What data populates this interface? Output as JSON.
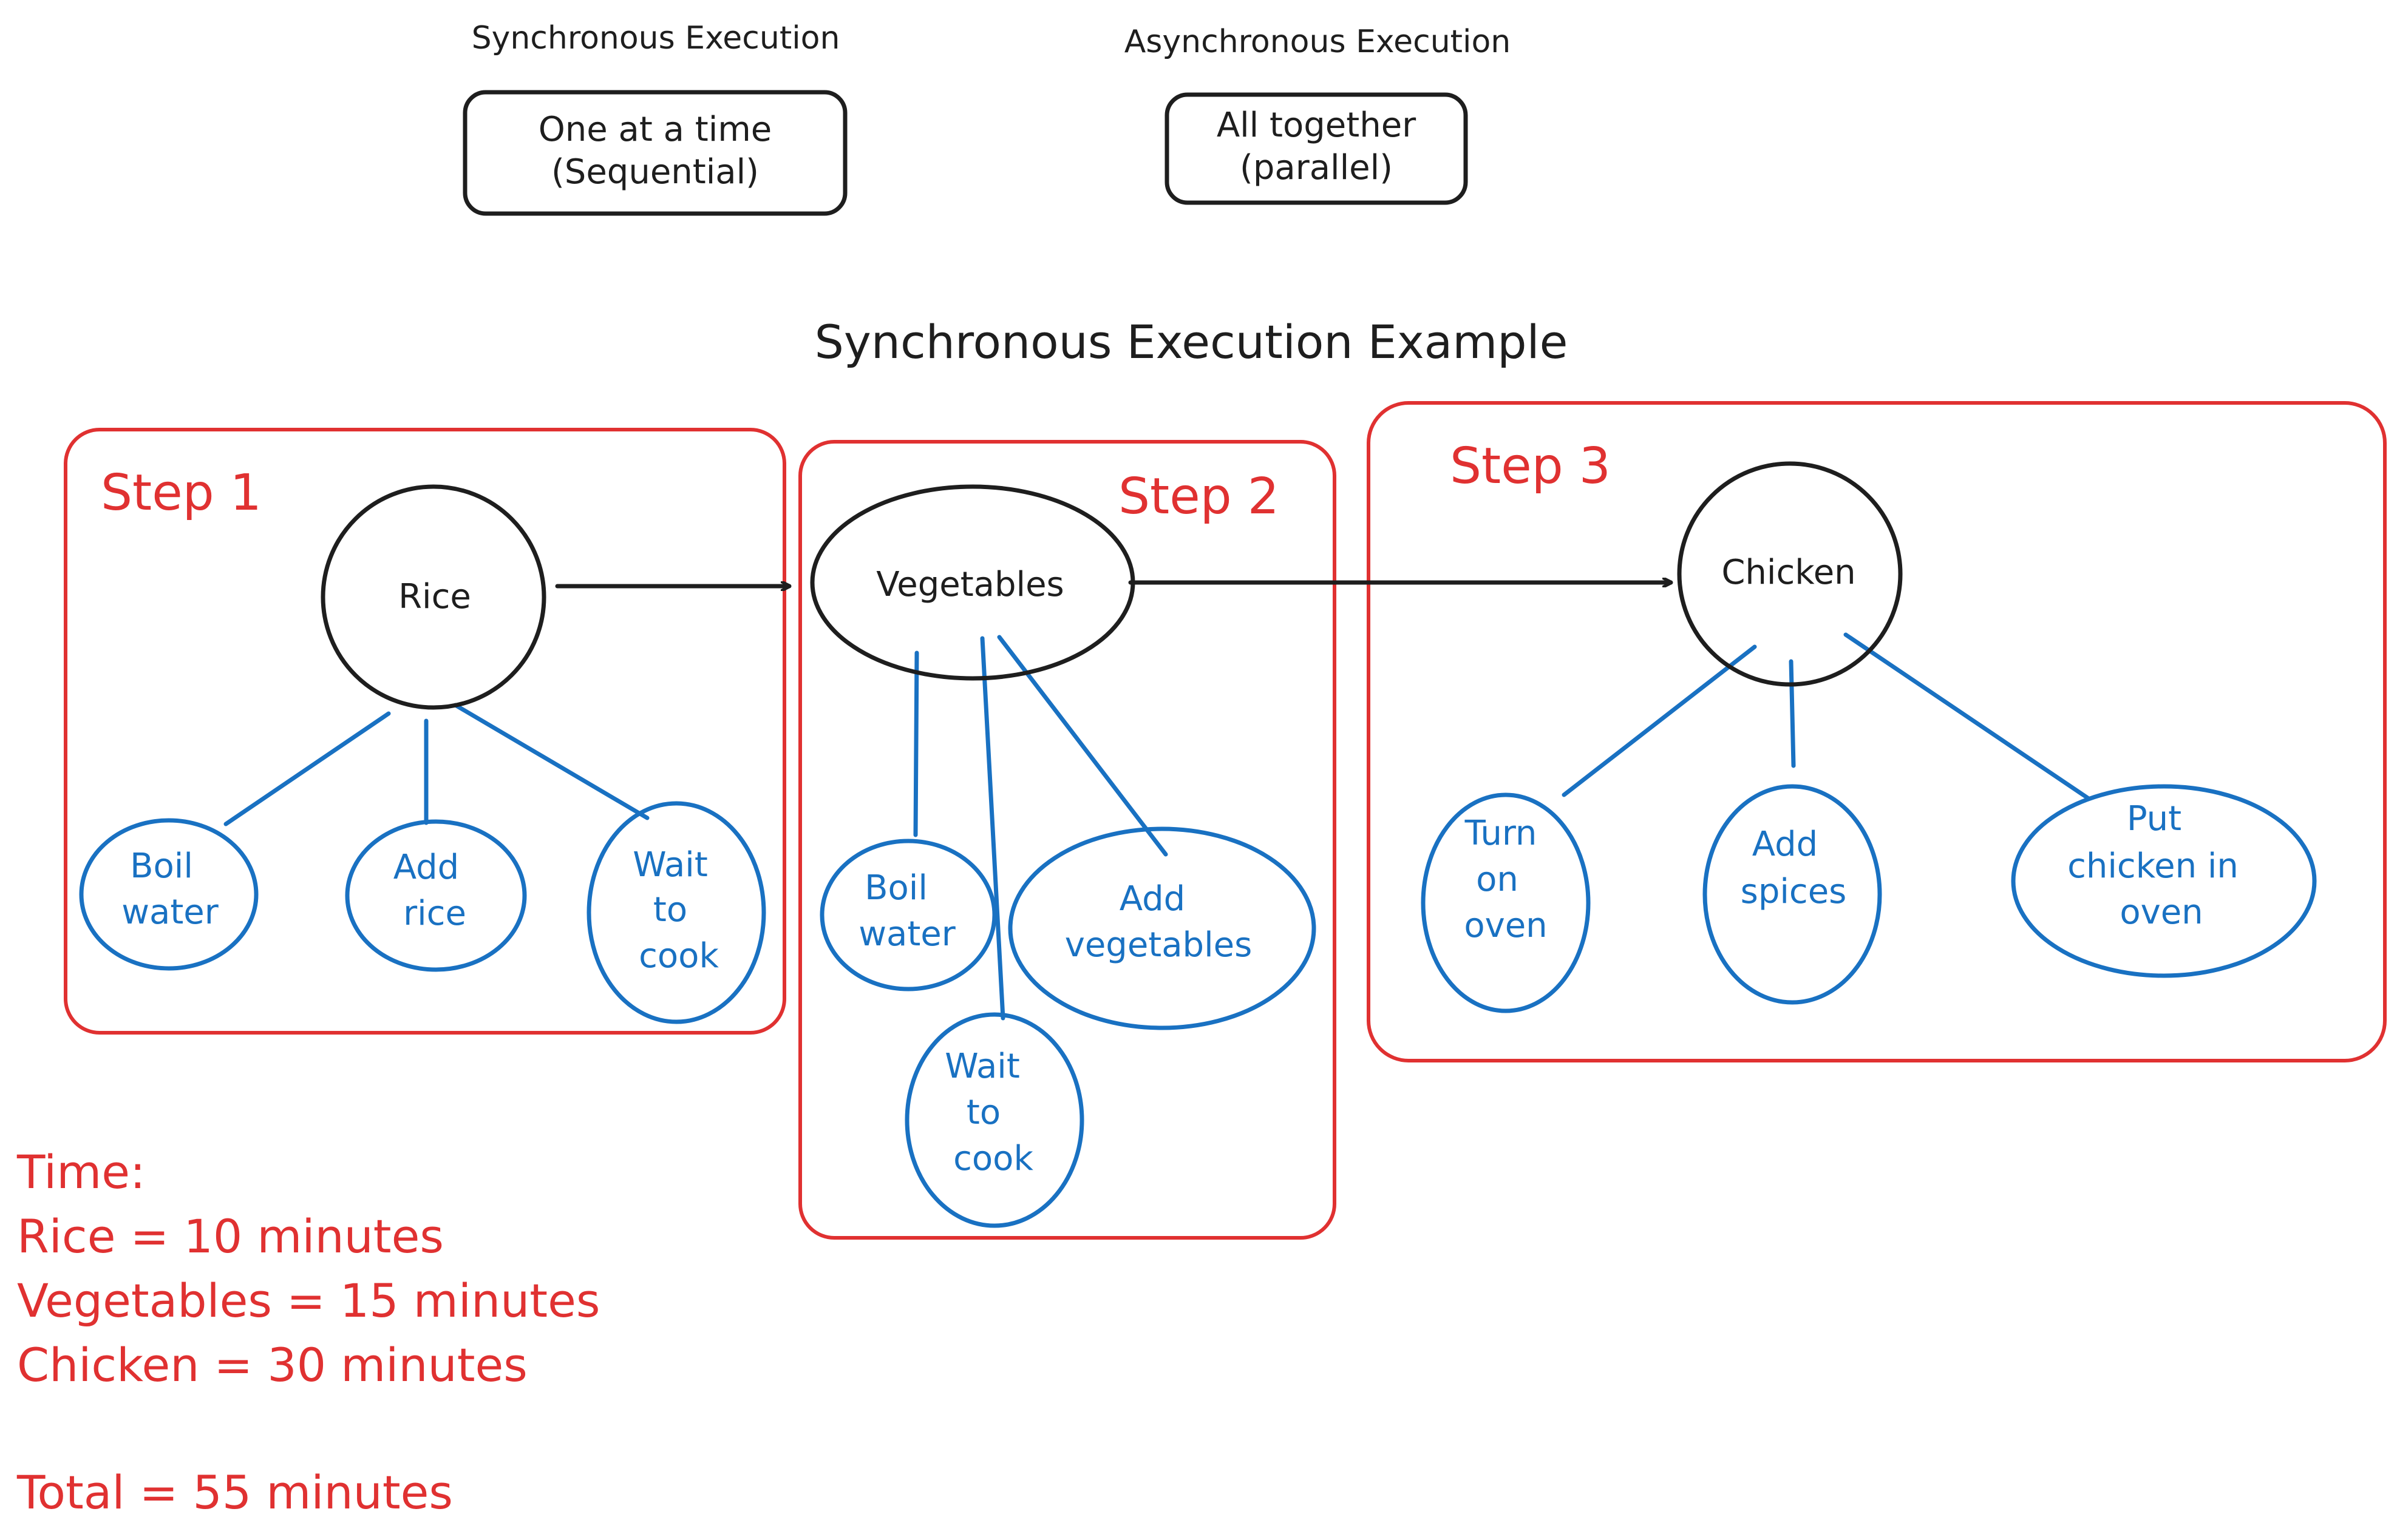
{
  "top": {
    "sync_heading": "Synchronous Execution",
    "sync_box": [
      "One at a time",
      "(Sequential)"
    ],
    "async_heading": "Asynchronous Execution",
    "async_box": [
      "All together",
      "(parallel)"
    ]
  },
  "title": "Synchronous Execution Example",
  "steps": [
    {
      "label": "Step 1",
      "node": "Rice",
      "tasks": [
        [
          "Boil",
          "water"
        ],
        [
          "Add",
          "rice"
        ],
        [
          "Wait",
          "to",
          "cook"
        ]
      ]
    },
    {
      "label": "Step 2",
      "node": "Vegetables",
      "tasks": [
        [
          "Boil",
          "water"
        ],
        [
          "Add",
          "vegetables"
        ],
        [
          "Wait",
          "to",
          "cook"
        ]
      ]
    },
    {
      "label": "Step 3",
      "node": "Chicken",
      "tasks": [
        [
          "Turn",
          "on",
          "oven"
        ],
        [
          "Add",
          "spices"
        ],
        [
          "Put",
          "chicken in",
          "oven"
        ]
      ]
    }
  ],
  "time": {
    "heading": "Time:",
    "lines": [
      "Rice = 10 minutes",
      "Vegetables = 15 minutes",
      "Chicken = 30 minutes"
    ],
    "total": "Total = 55 minutes"
  },
  "colors": {
    "ink": "#1e1e1e",
    "accent_red": "#e03131",
    "accent_blue": "#1971c2"
  }
}
